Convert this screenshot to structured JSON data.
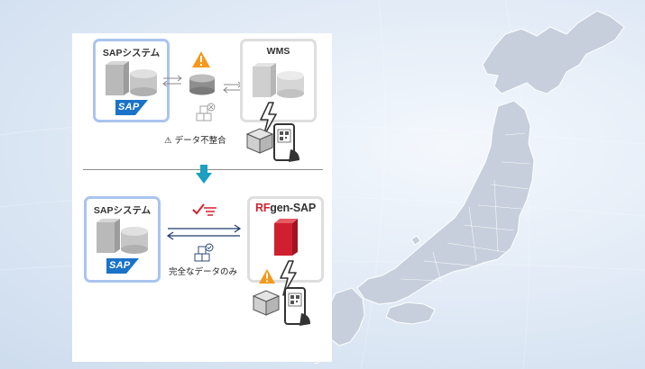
{
  "top": {
    "sap_box_title": "SAPシステム",
    "sap_logo_text": "SAP",
    "wms_box_title": "WMS",
    "warning_caption": "データ不整合",
    "warning_glyph": "⚠"
  },
  "bottom": {
    "sap_box_title": "SAPシステム",
    "sap_logo_text": "SAP",
    "rfgen_title_red": "RF",
    "rfgen_title_rest": "gen-SAP",
    "complete_caption": "完全なデータのみ"
  },
  "colors": {
    "accent_teal": "#1ba0c2",
    "sap_blue": "#1a73c8",
    "rfgen_red": "#d0202f",
    "warning_orange": "#f39a1e",
    "box_blue_border": "#a9c4ee",
    "box_gray_border": "#dedede",
    "arrow_navy": "#1f3a6b"
  },
  "icons": [
    "server-icon",
    "database-icon",
    "warning-icon",
    "boxes-icon",
    "lightning-icon",
    "package-icon",
    "smartphone-qr-icon",
    "down-arrow-icon",
    "check-list-icon",
    "japan-map"
  ]
}
